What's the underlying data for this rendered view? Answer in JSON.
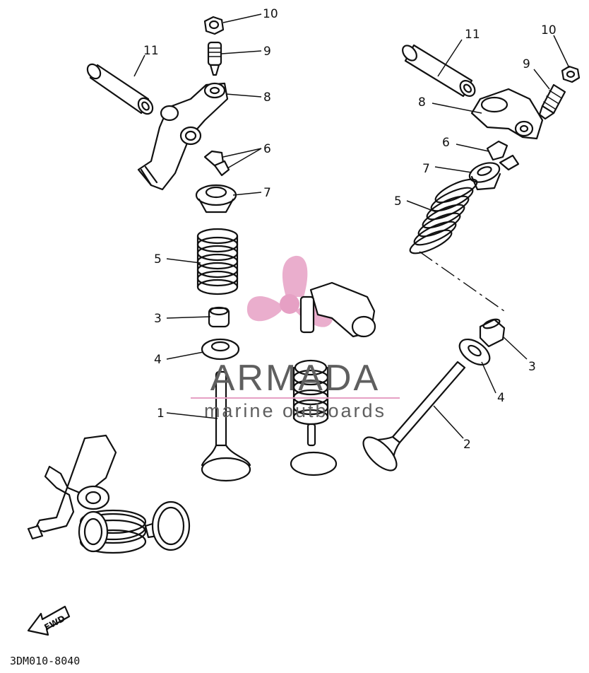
{
  "diagram_code": "3DM010-8040",
  "fwd_label": "FWD",
  "watermark": {
    "brand": "ARMADA",
    "tagline": "marine outboards",
    "logo_color": "#e6a0c4",
    "text_color": "#5f5f5f"
  },
  "callouts": {
    "l10": "10",
    "l9": "9",
    "l11": "11",
    "l8": "8",
    "l6": "6",
    "l7": "7",
    "l5": "5",
    "l3": "3",
    "l4": "4",
    "l1": "1",
    "r11": "11",
    "r10": "10",
    "r9": "9",
    "r8": "8",
    "r6": "6",
    "r7": "7",
    "r5": "5",
    "r3": "3",
    "r4": "4",
    "r2": "2"
  }
}
